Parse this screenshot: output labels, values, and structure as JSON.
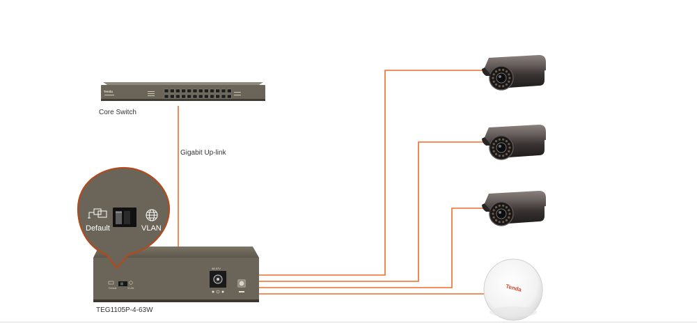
{
  "core_switch": {
    "label": "Core Switch",
    "brand": "Tenda"
  },
  "uplink": {
    "label": "Gigabit Up-link"
  },
  "poe_switch": {
    "model": "TEG1105P-4-63W",
    "dc_label": "48-57V",
    "dip_left": "Default",
    "dip_right": "VLAN"
  },
  "callout": {
    "left_label": "Default",
    "right_label": "VLAN"
  },
  "access_point": {
    "brand": "Tenda"
  },
  "colors": {
    "cable": "#f06a2a",
    "switch_body": "#6a6558",
    "callout_fill": "#6a6558",
    "callout_ring": "#b24a1c"
  },
  "icons": [
    "monitor-switch-icon",
    "globe-icon",
    "dip-switch-icon",
    "camera-icon",
    "access-point-icon",
    "power-jack-icon",
    "rj45-port-icon"
  ]
}
